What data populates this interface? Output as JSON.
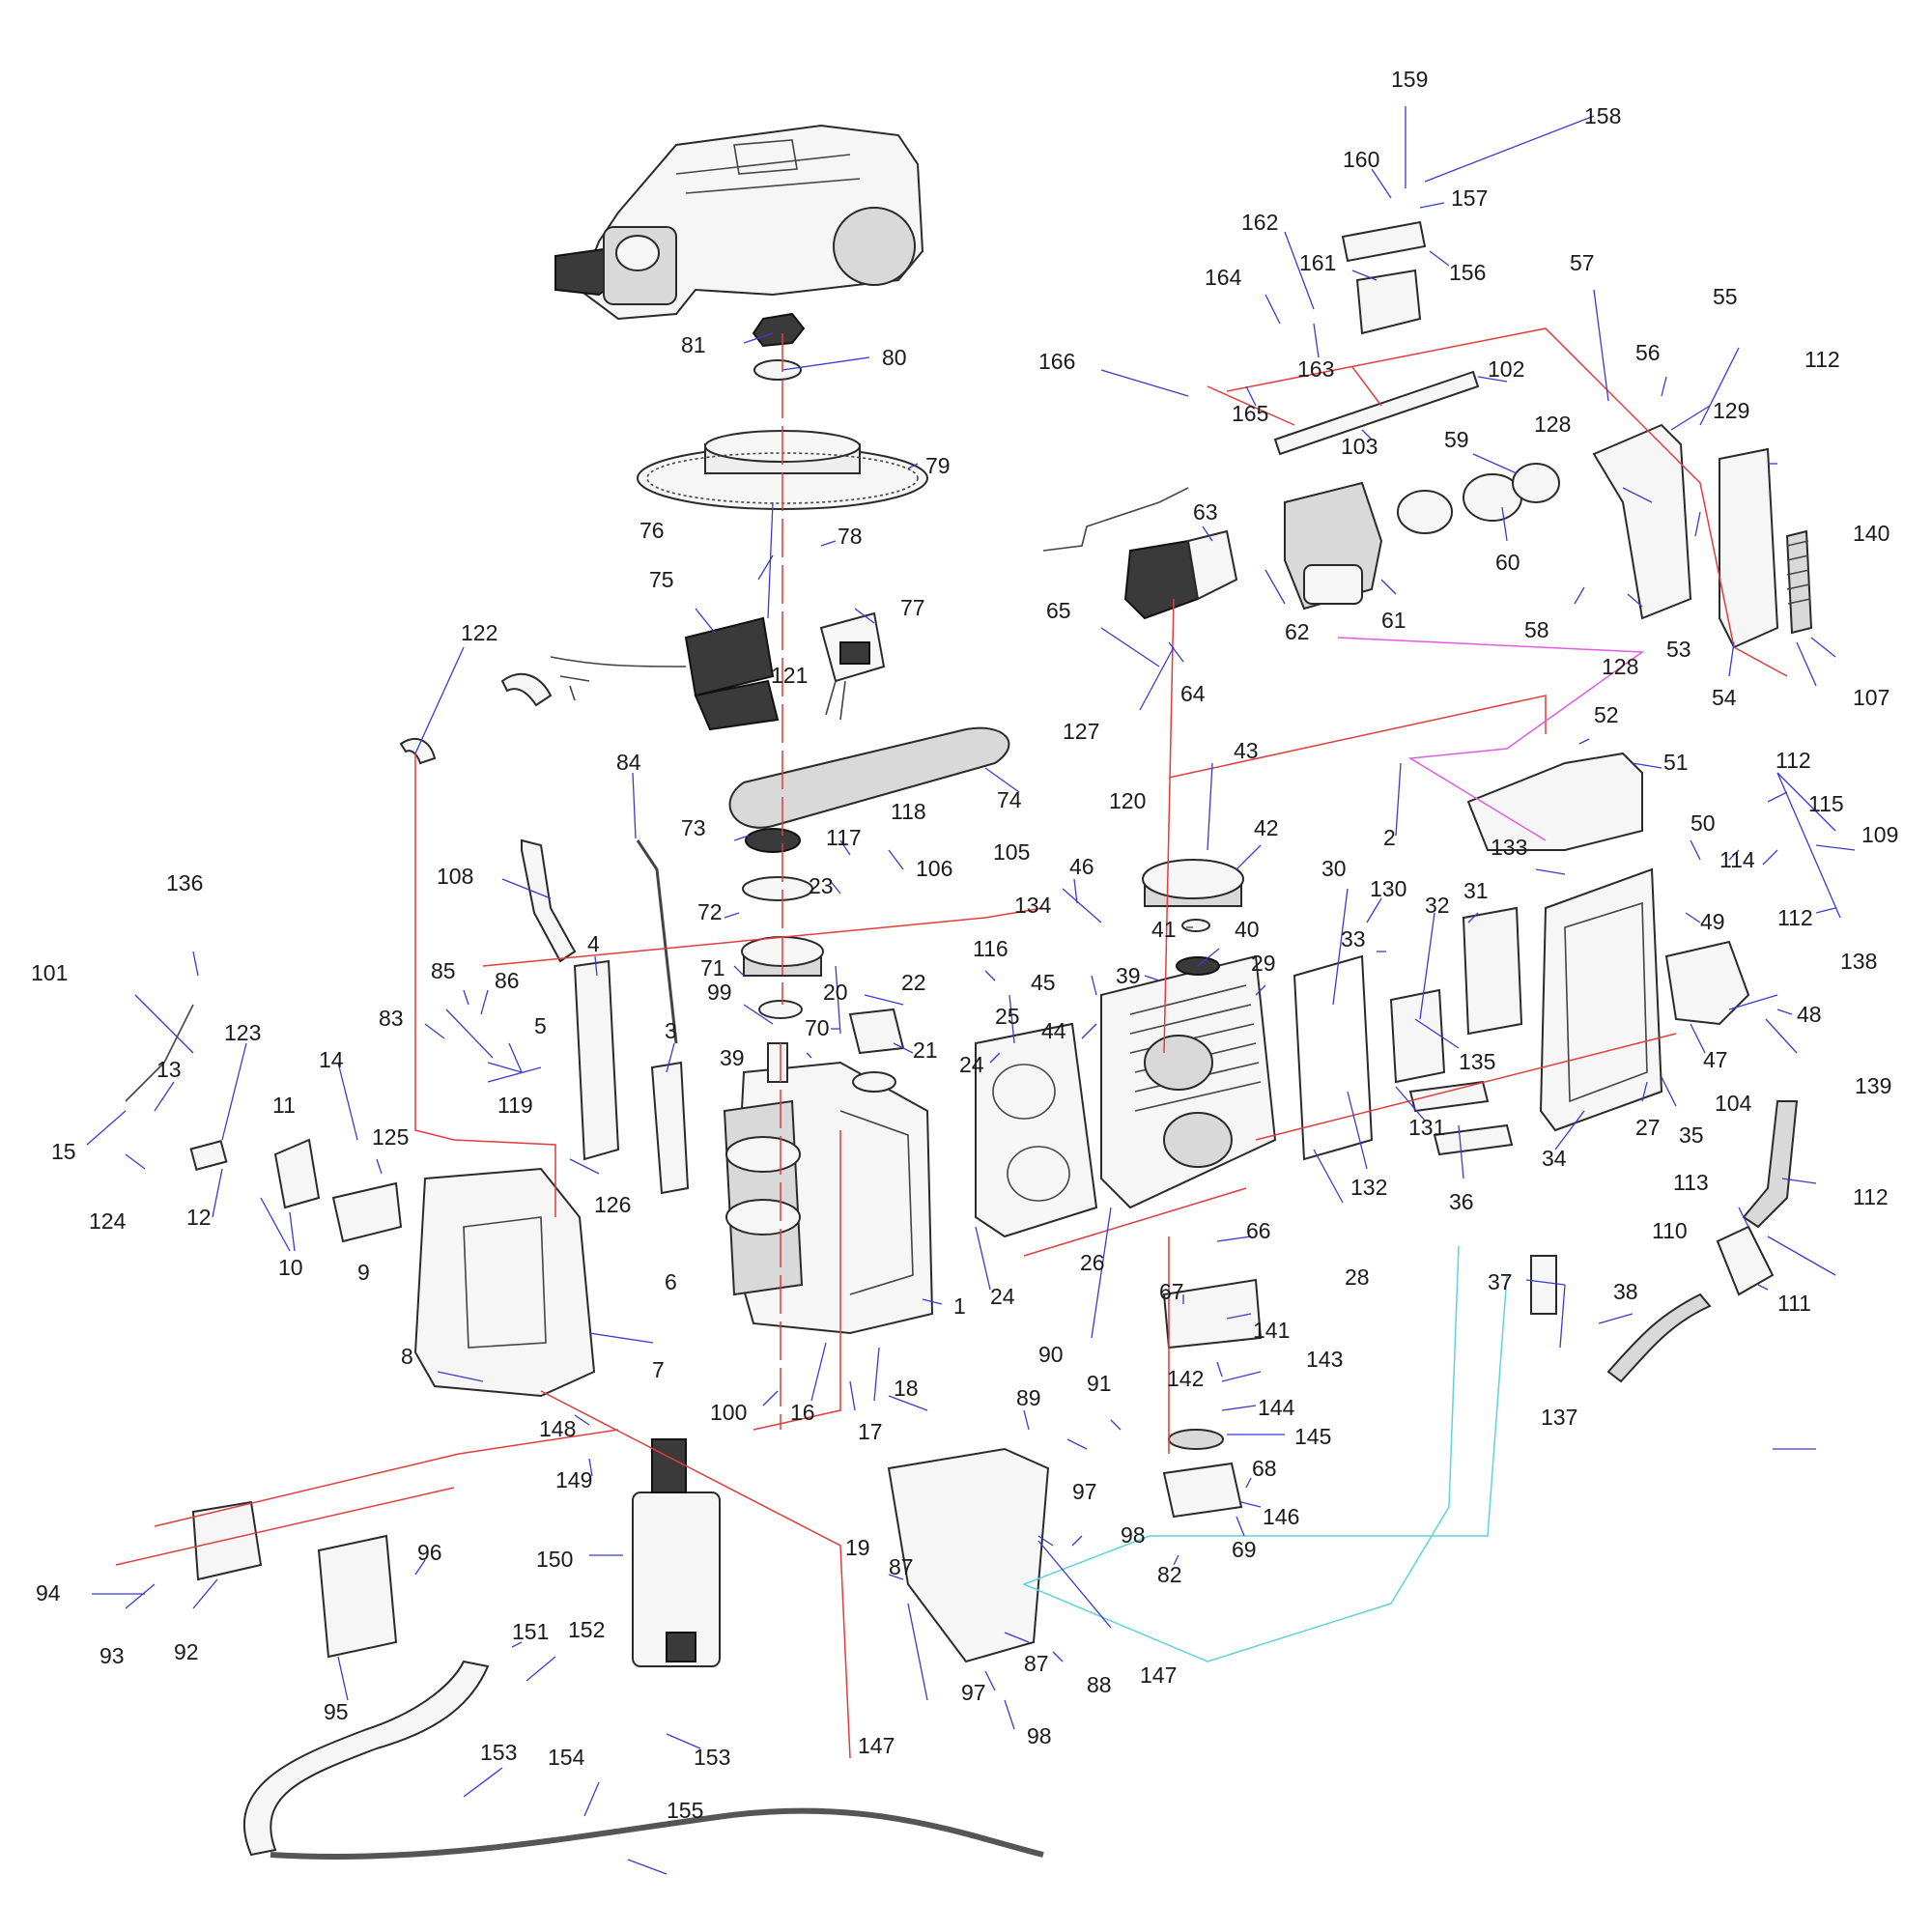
{
  "diagram": {
    "callouts": [
      {
        "id": "c1",
        "text": "1"
      },
      {
        "id": "c2",
        "text": "2"
      },
      {
        "id": "c3",
        "text": "3"
      },
      {
        "id": "c4",
        "text": "4"
      },
      {
        "id": "c5",
        "text": "5"
      },
      {
        "id": "c6",
        "text": "6"
      },
      {
        "id": "c7",
        "text": "7"
      },
      {
        "id": "c8",
        "text": "8"
      },
      {
        "id": "c9",
        "text": "9"
      },
      {
        "id": "c10",
        "text": "10"
      },
      {
        "id": "c11",
        "text": "11"
      },
      {
        "id": "c12",
        "text": "12"
      },
      {
        "id": "c13",
        "text": "13"
      },
      {
        "id": "c14",
        "text": "14"
      },
      {
        "id": "c15",
        "text": "15"
      },
      {
        "id": "c16",
        "text": "16"
      },
      {
        "id": "c17",
        "text": "17"
      },
      {
        "id": "c18",
        "text": "18"
      },
      {
        "id": "c19",
        "text": "19"
      },
      {
        "id": "c20",
        "text": "20"
      },
      {
        "id": "c21",
        "text": "21"
      },
      {
        "id": "c22",
        "text": "22"
      },
      {
        "id": "c23",
        "text": "23"
      },
      {
        "id": "c24a",
        "text": "24"
      },
      {
        "id": "c24b",
        "text": "24"
      },
      {
        "id": "c25",
        "text": "25"
      },
      {
        "id": "c26",
        "text": "26"
      },
      {
        "id": "c27",
        "text": "27"
      },
      {
        "id": "c28",
        "text": "28"
      },
      {
        "id": "c29",
        "text": "29"
      },
      {
        "id": "c30",
        "text": "30"
      },
      {
        "id": "c31",
        "text": "31"
      },
      {
        "id": "c32",
        "text": "32"
      },
      {
        "id": "c33",
        "text": "33"
      },
      {
        "id": "c34",
        "text": "34"
      },
      {
        "id": "c35",
        "text": "35"
      },
      {
        "id": "c36",
        "text": "36"
      },
      {
        "id": "c37",
        "text": "37"
      },
      {
        "id": "c38",
        "text": "38"
      },
      {
        "id": "c39a",
        "text": "39"
      },
      {
        "id": "c39b",
        "text": "39"
      },
      {
        "id": "c40",
        "text": "40"
      },
      {
        "id": "c41",
        "text": "41"
      },
      {
        "id": "c42",
        "text": "42"
      },
      {
        "id": "c43",
        "text": "43"
      },
      {
        "id": "c44",
        "text": "44"
      },
      {
        "id": "c45",
        "text": "45"
      },
      {
        "id": "c46",
        "text": "46"
      },
      {
        "id": "c47",
        "text": "47"
      },
      {
        "id": "c48",
        "text": "48"
      },
      {
        "id": "c49",
        "text": "49"
      },
      {
        "id": "c50",
        "text": "50"
      },
      {
        "id": "c51",
        "text": "51"
      },
      {
        "id": "c52",
        "text": "52"
      },
      {
        "id": "c53",
        "text": "53"
      },
      {
        "id": "c54",
        "text": "54"
      },
      {
        "id": "c55",
        "text": "55"
      },
      {
        "id": "c56",
        "text": "56"
      },
      {
        "id": "c57",
        "text": "57"
      },
      {
        "id": "c58",
        "text": "58"
      },
      {
        "id": "c59",
        "text": "59"
      },
      {
        "id": "c60",
        "text": "60"
      },
      {
        "id": "c61",
        "text": "61"
      },
      {
        "id": "c62",
        "text": "62"
      },
      {
        "id": "c63",
        "text": "63"
      },
      {
        "id": "c64",
        "text": "64"
      },
      {
        "id": "c65",
        "text": "65"
      },
      {
        "id": "c66",
        "text": "66"
      },
      {
        "id": "c67",
        "text": "67"
      },
      {
        "id": "c68",
        "text": "68"
      },
      {
        "id": "c69",
        "text": "69"
      },
      {
        "id": "c70",
        "text": "70"
      },
      {
        "id": "c71",
        "text": "71"
      },
      {
        "id": "c72",
        "text": "72"
      },
      {
        "id": "c73",
        "text": "73"
      },
      {
        "id": "c74",
        "text": "74"
      },
      {
        "id": "c75",
        "text": "75"
      },
      {
        "id": "c76",
        "text": "76"
      },
      {
        "id": "c77",
        "text": "77"
      },
      {
        "id": "c78",
        "text": "78"
      },
      {
        "id": "c79",
        "text": "79"
      },
      {
        "id": "c80",
        "text": "80"
      },
      {
        "id": "c81",
        "text": "81"
      },
      {
        "id": "c82",
        "text": "82"
      },
      {
        "id": "c83",
        "text": "83"
      },
      {
        "id": "c84",
        "text": "84"
      },
      {
        "id": "c85",
        "text": "85"
      },
      {
        "id": "c86",
        "text": "86"
      },
      {
        "id": "c87a",
        "text": "87"
      },
      {
        "id": "c87b",
        "text": "87"
      },
      {
        "id": "c88",
        "text": "88"
      },
      {
        "id": "c89",
        "text": "89"
      },
      {
        "id": "c90",
        "text": "90"
      },
      {
        "id": "c91",
        "text": "91"
      },
      {
        "id": "c92",
        "text": "92"
      },
      {
        "id": "c93",
        "text": "93"
      },
      {
        "id": "c94",
        "text": "94"
      },
      {
        "id": "c95",
        "text": "95"
      },
      {
        "id": "c96",
        "text": "96"
      },
      {
        "id": "c97a",
        "text": "97"
      },
      {
        "id": "c97b",
        "text": "97"
      },
      {
        "id": "c98a",
        "text": "98"
      },
      {
        "id": "c98b",
        "text": "98"
      },
      {
        "id": "c99",
        "text": "99"
      },
      {
        "id": "c100",
        "text": "100"
      },
      {
        "id": "c101",
        "text": "101"
      },
      {
        "id": "c102",
        "text": "102"
      },
      {
        "id": "c103",
        "text": "103"
      },
      {
        "id": "c104",
        "text": "104"
      },
      {
        "id": "c105",
        "text": "105"
      },
      {
        "id": "c106",
        "text": "106"
      },
      {
        "id": "c107",
        "text": "107"
      },
      {
        "id": "c108",
        "text": "108"
      },
      {
        "id": "c109",
        "text": "109"
      },
      {
        "id": "c110",
        "text": "110"
      },
      {
        "id": "c111",
        "text": "111"
      },
      {
        "id": "c112a",
        "text": "112"
      },
      {
        "id": "c112b",
        "text": "112"
      },
      {
        "id": "c112c",
        "text": "112"
      },
      {
        "id": "c112d",
        "text": "112"
      },
      {
        "id": "c113",
        "text": "113"
      },
      {
        "id": "c114",
        "text": "114"
      },
      {
        "id": "c115",
        "text": "115"
      },
      {
        "id": "c116",
        "text": "116"
      },
      {
        "id": "c117",
        "text": "117"
      },
      {
        "id": "c118",
        "text": "118"
      },
      {
        "id": "c119",
        "text": "119"
      },
      {
        "id": "c120",
        "text": "120"
      },
      {
        "id": "c121",
        "text": "121"
      },
      {
        "id": "c122",
        "text": "122"
      },
      {
        "id": "c123",
        "text": "123"
      },
      {
        "id": "c124",
        "text": "124"
      },
      {
        "id": "c125",
        "text": "125"
      },
      {
        "id": "c126",
        "text": "126"
      },
      {
        "id": "c127",
        "text": "127"
      },
      {
        "id": "c128a",
        "text": "128"
      },
      {
        "id": "c128b",
        "text": "128"
      },
      {
        "id": "c129",
        "text": "129"
      },
      {
        "id": "c130",
        "text": "130"
      },
      {
        "id": "c131",
        "text": "131"
      },
      {
        "id": "c132",
        "text": "132"
      },
      {
        "id": "c133",
        "text": "133"
      },
      {
        "id": "c134",
        "text": "134"
      },
      {
        "id": "c135",
        "text": "135"
      },
      {
        "id": "c136",
        "text": "136"
      },
      {
        "id": "c137",
        "text": "137"
      },
      {
        "id": "c138",
        "text": "138"
      },
      {
        "id": "c139",
        "text": "139"
      },
      {
        "id": "c140",
        "text": "140"
      },
      {
        "id": "c141",
        "text": "141"
      },
      {
        "id": "c142",
        "text": "142"
      },
      {
        "id": "c143",
        "text": "143"
      },
      {
        "id": "c144",
        "text": "144"
      },
      {
        "id": "c145",
        "text": "145"
      },
      {
        "id": "c146",
        "text": "146"
      },
      {
        "id": "c147a",
        "text": "147"
      },
      {
        "id": "c147b",
        "text": "147"
      },
      {
        "id": "c148",
        "text": "148"
      },
      {
        "id": "c149",
        "text": "149"
      },
      {
        "id": "c150",
        "text": "150"
      },
      {
        "id": "c151",
        "text": "151"
      },
      {
        "id": "c152",
        "text": "152"
      },
      {
        "id": "c153a",
        "text": "153"
      },
      {
        "id": "c153b",
        "text": "153"
      },
      {
        "id": "c154",
        "text": "154"
      },
      {
        "id": "c155",
        "text": "155"
      },
      {
        "id": "c156",
        "text": "156"
      },
      {
        "id": "c157",
        "text": "157"
      },
      {
        "id": "c158",
        "text": "158"
      },
      {
        "id": "c159",
        "text": "159"
      },
      {
        "id": "c160",
        "text": "160"
      },
      {
        "id": "c161",
        "text": "161"
      },
      {
        "id": "c162",
        "text": "162"
      },
      {
        "id": "c163",
        "text": "163"
      },
      {
        "id": "c164",
        "text": "164"
      },
      {
        "id": "c165",
        "text": "165"
      },
      {
        "id": "c166",
        "text": "166"
      }
    ]
  }
}
